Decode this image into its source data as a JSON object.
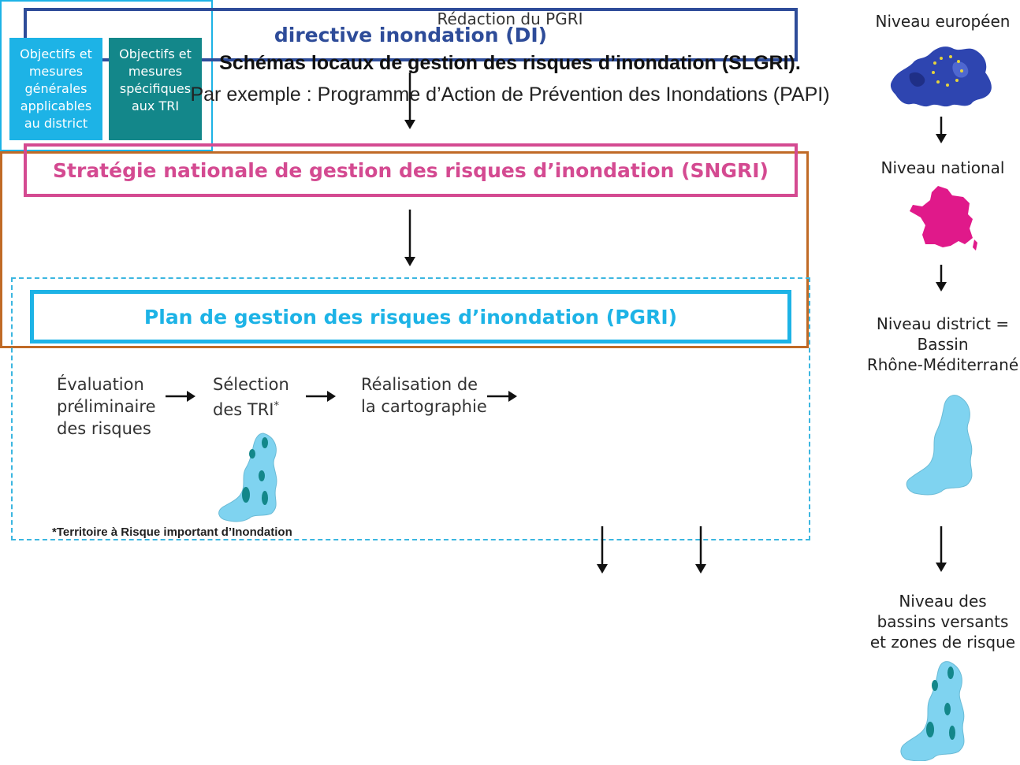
{
  "boxes": {
    "di": "directive inondation (DI)",
    "sngri": "Stratégie nationale de gestion des risques d’inondation (SNGRI)",
    "pgri": "Plan de gestion des risques d’inondation (PGRI)"
  },
  "steps": {
    "step1": [
      "Évaluation",
      "préliminaire",
      "des risques"
    ],
    "step2": [
      "Sélection",
      "des TRI"
    ],
    "step2_mark": "*",
    "step3": [
      "Réalisation de",
      "la cartographie"
    ]
  },
  "redaction": {
    "title": "Rédaction du PGRI",
    "general": [
      "Objectifs et",
      "mesures",
      "générales",
      "applicables",
      "au district"
    ],
    "specific": [
      "Objectifs et",
      "mesures",
      "spécifiques",
      "aux TRI"
    ]
  },
  "footnote": "*Territoire à Risque important d’Inondation",
  "slgri": {
    "title": "Schémas locaux de gestion des risques d’inondation (SLGRI).",
    "example": "Par exemple : Programme d’Action de Prévention des Inondations (PAPI)"
  },
  "levels": {
    "european": "Niveau européen",
    "national": "Niveau national",
    "district": [
      "Niveau district =",
      "Bassin",
      "Rhône-Méditerrané"
    ],
    "local": [
      "Niveau des",
      "bassins versants",
      "et zones de risque"
    ]
  },
  "colors": {
    "di": "#2e4c99",
    "sngri": "#d44a91",
    "pgri": "#1db3e6",
    "tri_dark": "#13878a",
    "slgri": "#c06a26",
    "basin": "#7fd3f0"
  }
}
